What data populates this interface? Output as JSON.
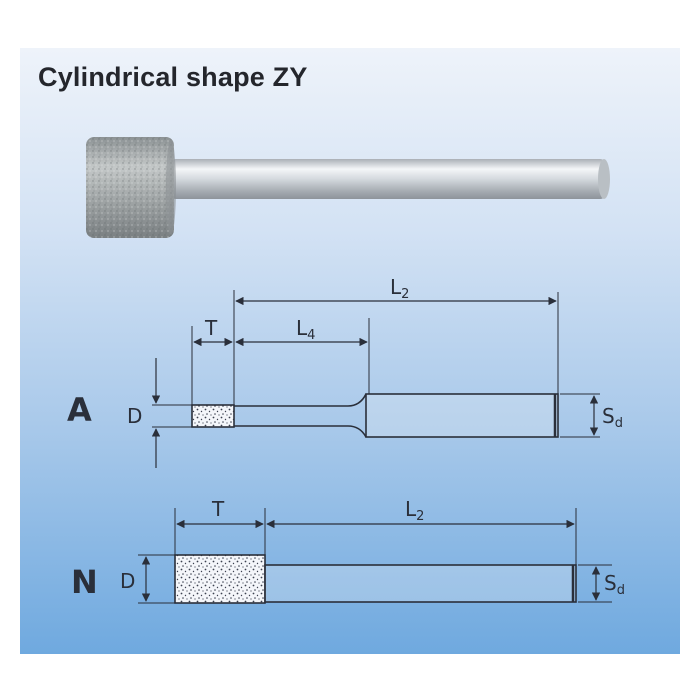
{
  "title": "Cylindrical shape ZY",
  "variant_a": {
    "label": "A",
    "dim_L2": "L",
    "dim_L2_sub": "2",
    "dim_L4": "L",
    "dim_L4_sub": "4",
    "dim_T": "T",
    "dim_D": "D",
    "dim_S": "S",
    "dim_S_sub": "d"
  },
  "variant_n": {
    "label": "N",
    "dim_L2": "L",
    "dim_L2_sub": "2",
    "dim_T": "T",
    "dim_D": "D",
    "dim_S": "S",
    "dim_S_sub": "d"
  },
  "colors": {
    "ink": "#2a2f3a",
    "shank": "#d8dde2",
    "head": "#9aa0a2"
  }
}
